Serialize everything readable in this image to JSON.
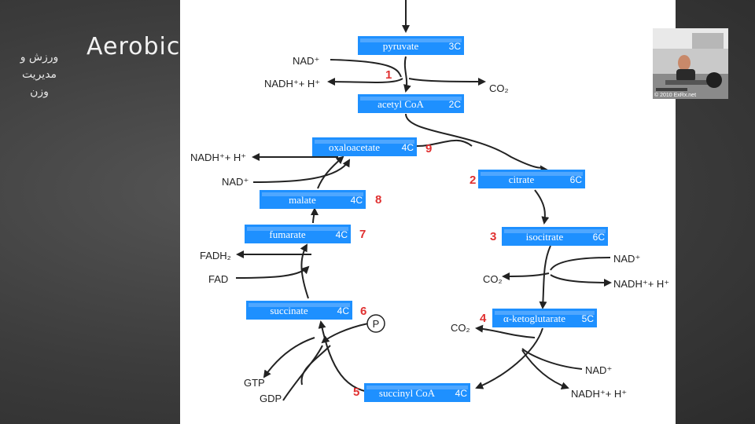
{
  "slide": {
    "persian_title_lines": [
      "ورزش و",
      "مدیریت",
      "وزن"
    ],
    "title": "Aerobic"
  },
  "cycle": {
    "boxes": [
      {
        "id": "pyruvate",
        "label": "pyruvate",
        "carbons": "3C",
        "step": "1"
      },
      {
        "id": "acetyl",
        "label": "acetyl CoA",
        "carbons": "2C",
        "step": ""
      },
      {
        "id": "oxaloacetate",
        "label": "oxaloacetate",
        "carbons": "4C",
        "step": "9"
      },
      {
        "id": "citrate",
        "label": "citrate",
        "carbons": "6C",
        "step": "2"
      },
      {
        "id": "malate",
        "label": "malate",
        "carbons": "4C",
        "step": "8"
      },
      {
        "id": "fumarate",
        "label": "fumarate",
        "carbons": "4C",
        "step": "7"
      },
      {
        "id": "isocitrate",
        "label": "isocitrate",
        "carbons": "6C",
        "step": "3"
      },
      {
        "id": "succinate",
        "label": "succinate",
        "carbons": "4C",
        "step": "6"
      },
      {
        "id": "ketoglutarate",
        "label": "α-ketoglutarate",
        "carbons": "5C",
        "step": "4"
      },
      {
        "id": "succinylcoa",
        "label": "succinyl CoA",
        "carbons": "4C",
        "step": "5"
      }
    ],
    "labels": {
      "nad_1": "NAD⁺",
      "nadh_1": "NADH⁺+ H⁺",
      "co2_1": "CO₂",
      "nadh_9": "NADH⁺+ H⁺",
      "nad_9": "NAD⁺",
      "fadh2": "FADH₂",
      "fad": "FAD",
      "nad_3": "NAD⁺",
      "co2_3": "CO₂",
      "nadh_3": "NADH⁺+ H⁺",
      "co2_4": "CO₂",
      "nad_4": "NAD⁺",
      "nadh_4": "NADH⁺+ H⁺",
      "gtp": "GTP",
      "gdp": "GDP",
      "p": "P"
    },
    "colors": {
      "box": "#1e90ff",
      "step": "#e03030",
      "arrow": "#222222"
    }
  },
  "photo": {
    "credit": "© 2010 ExRx.net"
  }
}
